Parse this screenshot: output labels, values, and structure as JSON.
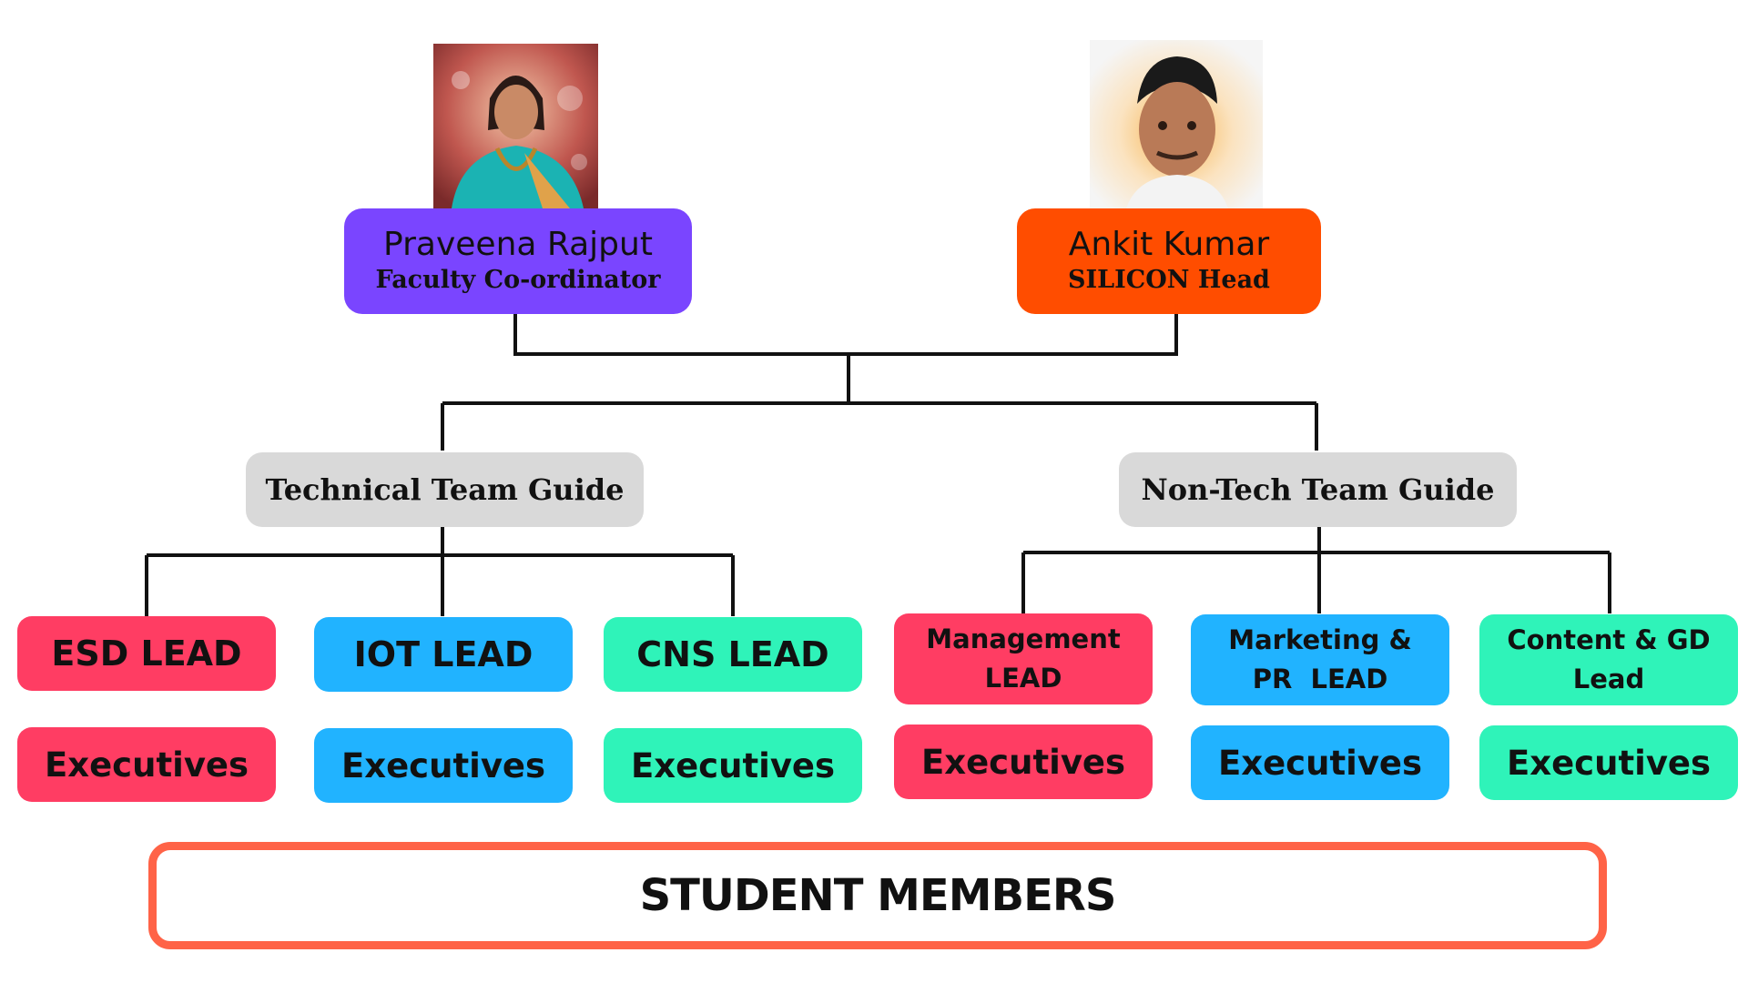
{
  "coordinator": {
    "name": "Praveena Rajput",
    "role": "Faculty Co-ordinator",
    "color": "#7a45ff"
  },
  "head": {
    "name": "Ankit Kumar",
    "role": "SILICON Head",
    "color": "#ff4d00"
  },
  "guides": {
    "technical": "Technical Team Guide",
    "non_tech": "Non-Tech Team Guide"
  },
  "technical_leads": [
    {
      "label": "ESD LEAD",
      "exec": "Executives",
      "color": "#ff3d63"
    },
    {
      "label": "IOT LEAD",
      "exec": "Executives",
      "color": "#21b3ff"
    },
    {
      "label": "CNS LEAD",
      "exec": "Executives",
      "color": "#2ff3b9"
    }
  ],
  "non_tech_leads": [
    {
      "line1": "Management",
      "line2": "LEAD",
      "exec": "Executives",
      "color": "#ff3d63"
    },
    {
      "line1": "Marketing &",
      "line2": "PR  LEAD",
      "exec": "Executives",
      "color": "#21b3ff"
    },
    {
      "line1": "Content & GD",
      "line2": "Lead",
      "exec": "Executives",
      "color": "#2ff3b9"
    }
  ],
  "student_members": "STUDENT MEMBERS",
  "accent": "#ff6347"
}
